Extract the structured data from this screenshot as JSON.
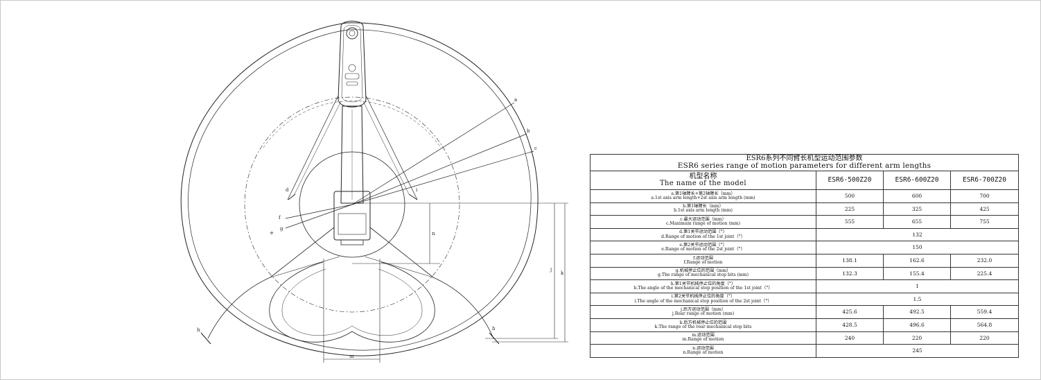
{
  "drawing": {
    "callouts": {
      "a": "a",
      "b": "b",
      "c": "c",
      "d": "d",
      "e": "e",
      "f": "f",
      "g": "g",
      "h": "h",
      "i": "i",
      "j": "j",
      "k": "k",
      "m": "m",
      "n": "n"
    }
  },
  "table": {
    "title_zh": "ESR6系列不同臂长机型运动范围参数",
    "title_en": "ESR6 series range of motion parameters for different arm lengths",
    "header_zh": "机型名称",
    "header_en": "The name of the model",
    "models": [
      "ESR6-500Z20",
      "ESR6-600Z20",
      "ESR6-700Z20"
    ],
    "rows": [
      {
        "zh": "a.第1轴臂长+第2轴臂长（mm）",
        "en": "a.1st axis arm length+2st axis arm length (mm)",
        "values": [
          "500",
          "600",
          "700"
        ]
      },
      {
        "zh": "b.第1轴臂长（mm）",
        "en": "b.1st axis arm length (mm)",
        "values": [
          "225",
          "325",
          "425"
        ]
      },
      {
        "zh": "c.最大运动范围（mm）",
        "en": "c.Maximum range of motion (mm)",
        "values": [
          "555",
          "655",
          "755"
        ]
      },
      {
        "zh": "d.第1关节运动范围（°）",
        "en": "d.Range of motion of the 1st joint（°）",
        "values": [
          "132"
        ]
      },
      {
        "zh": "e.第2关节运动范围（°）",
        "en": "e.Range of motion of the 2st joint（°）",
        "values": [
          "150"
        ]
      },
      {
        "zh": "f.运动范围",
        "en": "f.Range of motion",
        "values": [
          "138.1",
          "162.6",
          "232.0"
        ]
      },
      {
        "zh": "g.机械停止位的范围（mm）",
        "en": "g.The range of mechanical stop bits (mm)",
        "values": [
          "132.3",
          "155.4",
          "225.4"
        ]
      },
      {
        "zh": "h.第1关节机械停止位的角度（°）",
        "en": "h.The angle of the mechanical stop position of the 1st joint（°）",
        "values": [
          "1"
        ]
      },
      {
        "zh": "i.第2关节机械停止位的角度（°）",
        "en": "i.The angle of the mechanical stop position of the 2st joint（°）",
        "values": [
          "1.5"
        ]
      },
      {
        "zh": "j.后方运动范围（mm）",
        "en": "j.Rear range of motion (mm)",
        "values": [
          "425.6",
          "492.5",
          "559.4"
        ]
      },
      {
        "zh": "k.后方机械停止位的范围",
        "en": "k.The range of the rear mechanical stop bits",
        "values": [
          "428.5",
          "496.6",
          "564.8"
        ]
      },
      {
        "zh": "m.运动范围",
        "en": "m.Range of motion",
        "values": [
          "240",
          "220",
          "220"
        ]
      },
      {
        "zh": "n.运动范围",
        "en": "n.Range of motion",
        "values": [
          "245"
        ]
      }
    ]
  }
}
